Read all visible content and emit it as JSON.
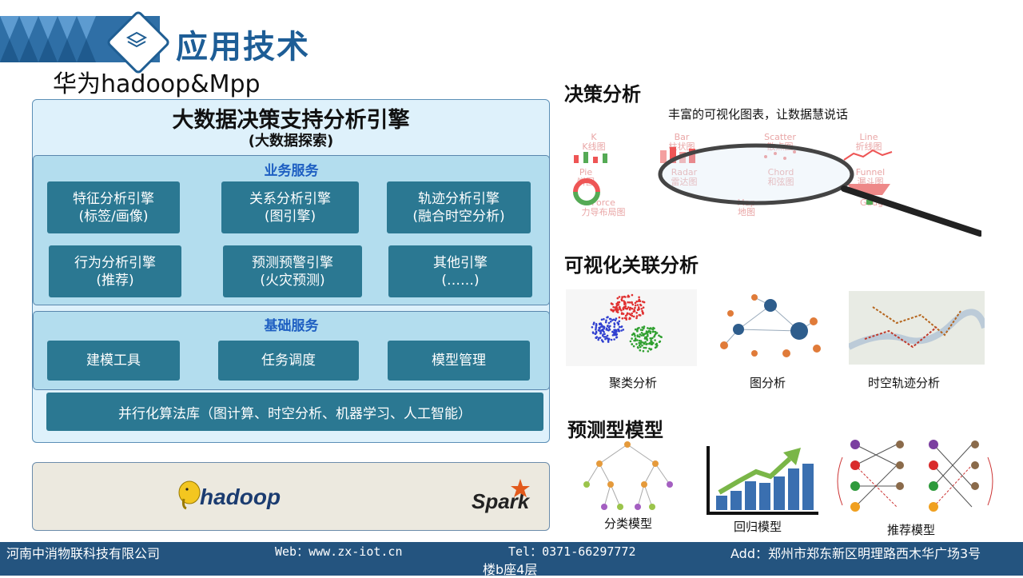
{
  "header": {
    "title": "应用技术",
    "subtitle": "华为hadoop&Mpp",
    "icon": "layers-icon",
    "colors": {
      "brand_blue": "#1d5d96",
      "tile_teal": "#2b7892",
      "panel_blue": "#b3ddee"
    }
  },
  "architecture": {
    "title": "大数据决策支持分析引擎",
    "subtitle": "(大数据探索)",
    "business": {
      "label": "业务服务",
      "tiles": [
        {
          "line1": "特征分析引擎",
          "line2": "(标签/画像)"
        },
        {
          "line1": "关系分析引擎",
          "line2": "(图引擎)"
        },
        {
          "line1": "轨迹分析引擎",
          "line2": "(融合时空分析)"
        },
        {
          "line1": "行为分析引擎",
          "line2": "(推荐)"
        },
        {
          "line1": "预测预警引擎",
          "line2": "(火灾预测)"
        },
        {
          "line1": "其他引擎",
          "line2": "(……)"
        }
      ]
    },
    "base": {
      "label": "基础服务",
      "tiles": [
        "建模工具",
        "任务调度",
        "模型管理"
      ]
    },
    "algorithm_library": "并行化算法库（图计算、时空分析、机器学习、人工智能）",
    "logos": {
      "hadoop": "hadoop",
      "spark": "Spark"
    }
  },
  "decision": {
    "title": "决策分析",
    "caption": "丰富的可视化图表，让数据慧说话",
    "chart_types": [
      {
        "en": "K",
        "zh": "K线图"
      },
      {
        "en": "Bar",
        "zh": "柱状图"
      },
      {
        "en": "Scatter",
        "zh": "散点图"
      },
      {
        "en": "Line",
        "zh": "折线图"
      },
      {
        "en": "Pie",
        "zh": "饼图"
      },
      {
        "en": "Radar",
        "zh": "雷达图"
      },
      {
        "en": "Chord",
        "zh": "和弦图"
      },
      {
        "en": "Funnel",
        "zh": "漏斗图"
      },
      {
        "en": "Force",
        "zh": "力导布局图"
      },
      {
        "en": "Map",
        "zh": "地图"
      },
      {
        "en": "Gauge",
        "zh": ""
      }
    ]
  },
  "relation": {
    "title": "可视化关联分析",
    "items": [
      "聚类分析",
      "图分析",
      "时空轨迹分析"
    ]
  },
  "predict": {
    "title": "预测型模型",
    "items": [
      "分类模型",
      "回归模型",
      "推荐模型"
    ]
  },
  "footer": {
    "company": "河南中消物联科技有限公司",
    "web": "Web：www.zx-iot.cn",
    "tel": "Tel：0371-66297772",
    "addr_line1": "Add：郑州市郑东新区明理路西木华广场3号",
    "addr_line2": "楼b座4层"
  }
}
